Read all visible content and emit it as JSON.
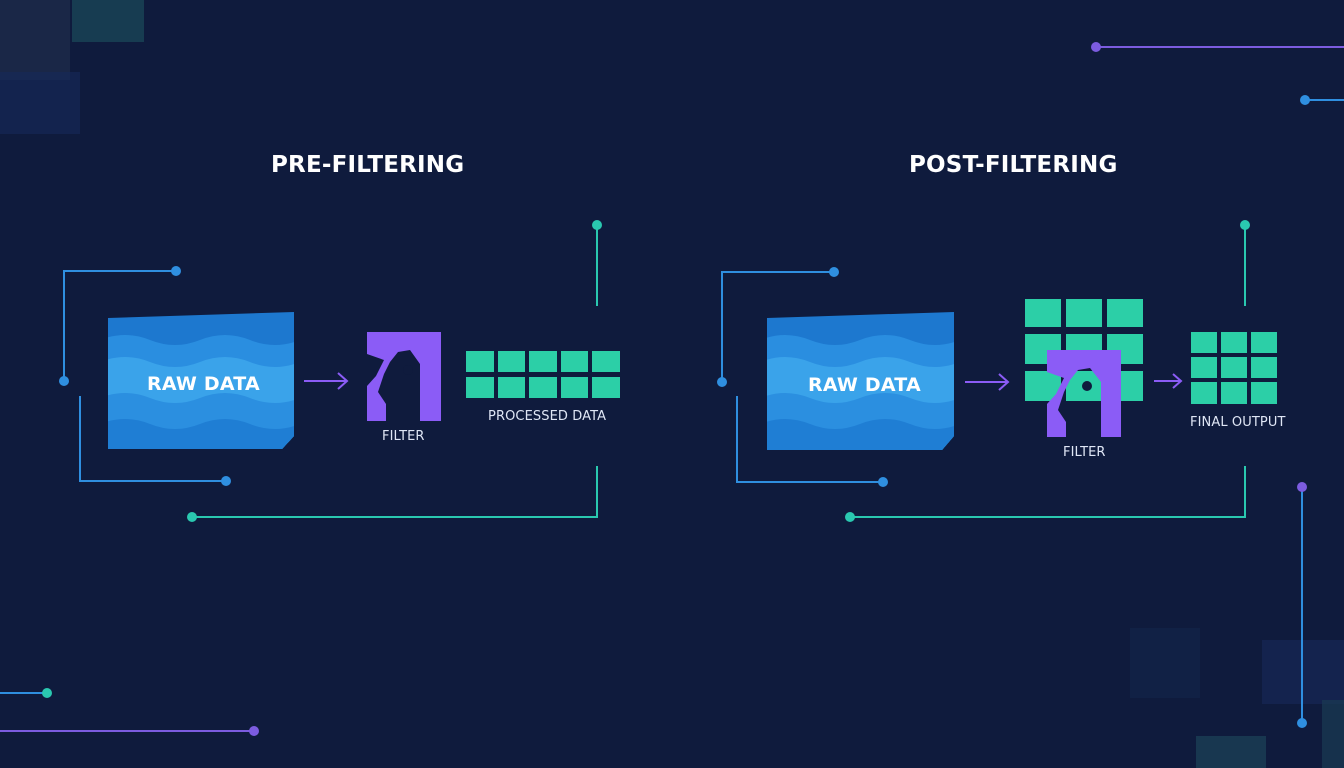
{
  "colors": {
    "background": "#0f1b3d",
    "wave_dark": "#1d78cf",
    "wave_light": "#3aa3ea",
    "filter_purple": "#8b5cf6",
    "grid_teal": "#2ccfa7",
    "line_blue": "#2f8fe0",
    "line_teal": "#2ac8b0",
    "line_purple": "#7c5ce0"
  },
  "pre_filtering": {
    "title": "PRE-FILTERING",
    "raw_label": "RAW DATA",
    "filter_label": "FILTER",
    "output_label": "PROCESSED DATA"
  },
  "post_filtering": {
    "title": "POST-FILTERING",
    "raw_label": "RAW DATA",
    "filter_label": "FILTER",
    "output_label": "FINAL OUTPUT"
  },
  "icons": {
    "raw_data": "wave-stack-icon",
    "filter": "filter-funnel-icon",
    "grid": "data-grid-icon",
    "arrow": "arrow-right-icon"
  }
}
